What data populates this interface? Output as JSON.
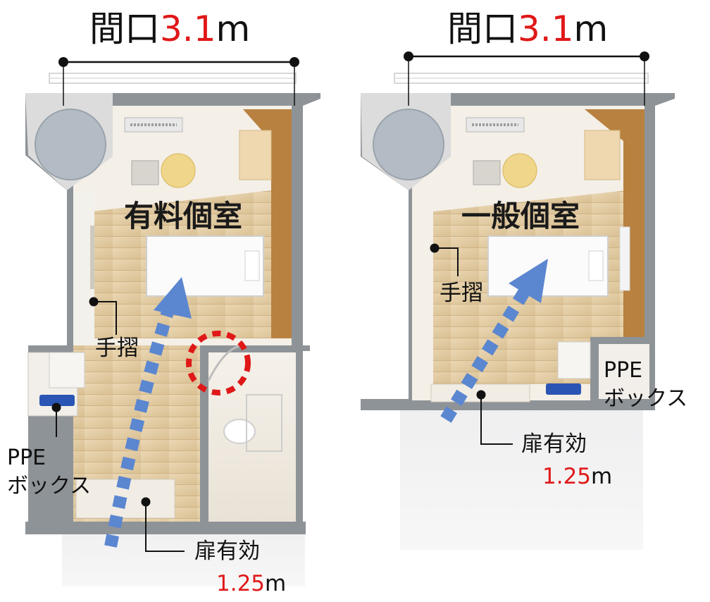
{
  "colors": {
    "accent_red": "#e01818",
    "arrow_blue": "#5b86d0",
    "wall_gray": "#8a8f94",
    "floor_wood": "#e3cda6",
    "ppe_box": "#2a55b4"
  },
  "left_room": {
    "width_title": {
      "prefix": "間口",
      "number": "3.1",
      "unit": "m"
    },
    "name": "有料個室",
    "handrail_label": "手摺",
    "ppe_label_line1": "PPE",
    "ppe_label_line2": "ボックス",
    "door_label": "扉有効",
    "door_width": {
      "number": "1.25",
      "unit": "m"
    }
  },
  "right_room": {
    "width_title": {
      "prefix": "間口",
      "number": "3.1",
      "unit": "m"
    },
    "name": "一般個室",
    "handrail_label": "手摺",
    "ppe_label_line1": "PPE",
    "ppe_label_line2": "ボックス",
    "door_label": "扉有効",
    "door_width": {
      "number": "1.25",
      "unit": "m"
    }
  }
}
